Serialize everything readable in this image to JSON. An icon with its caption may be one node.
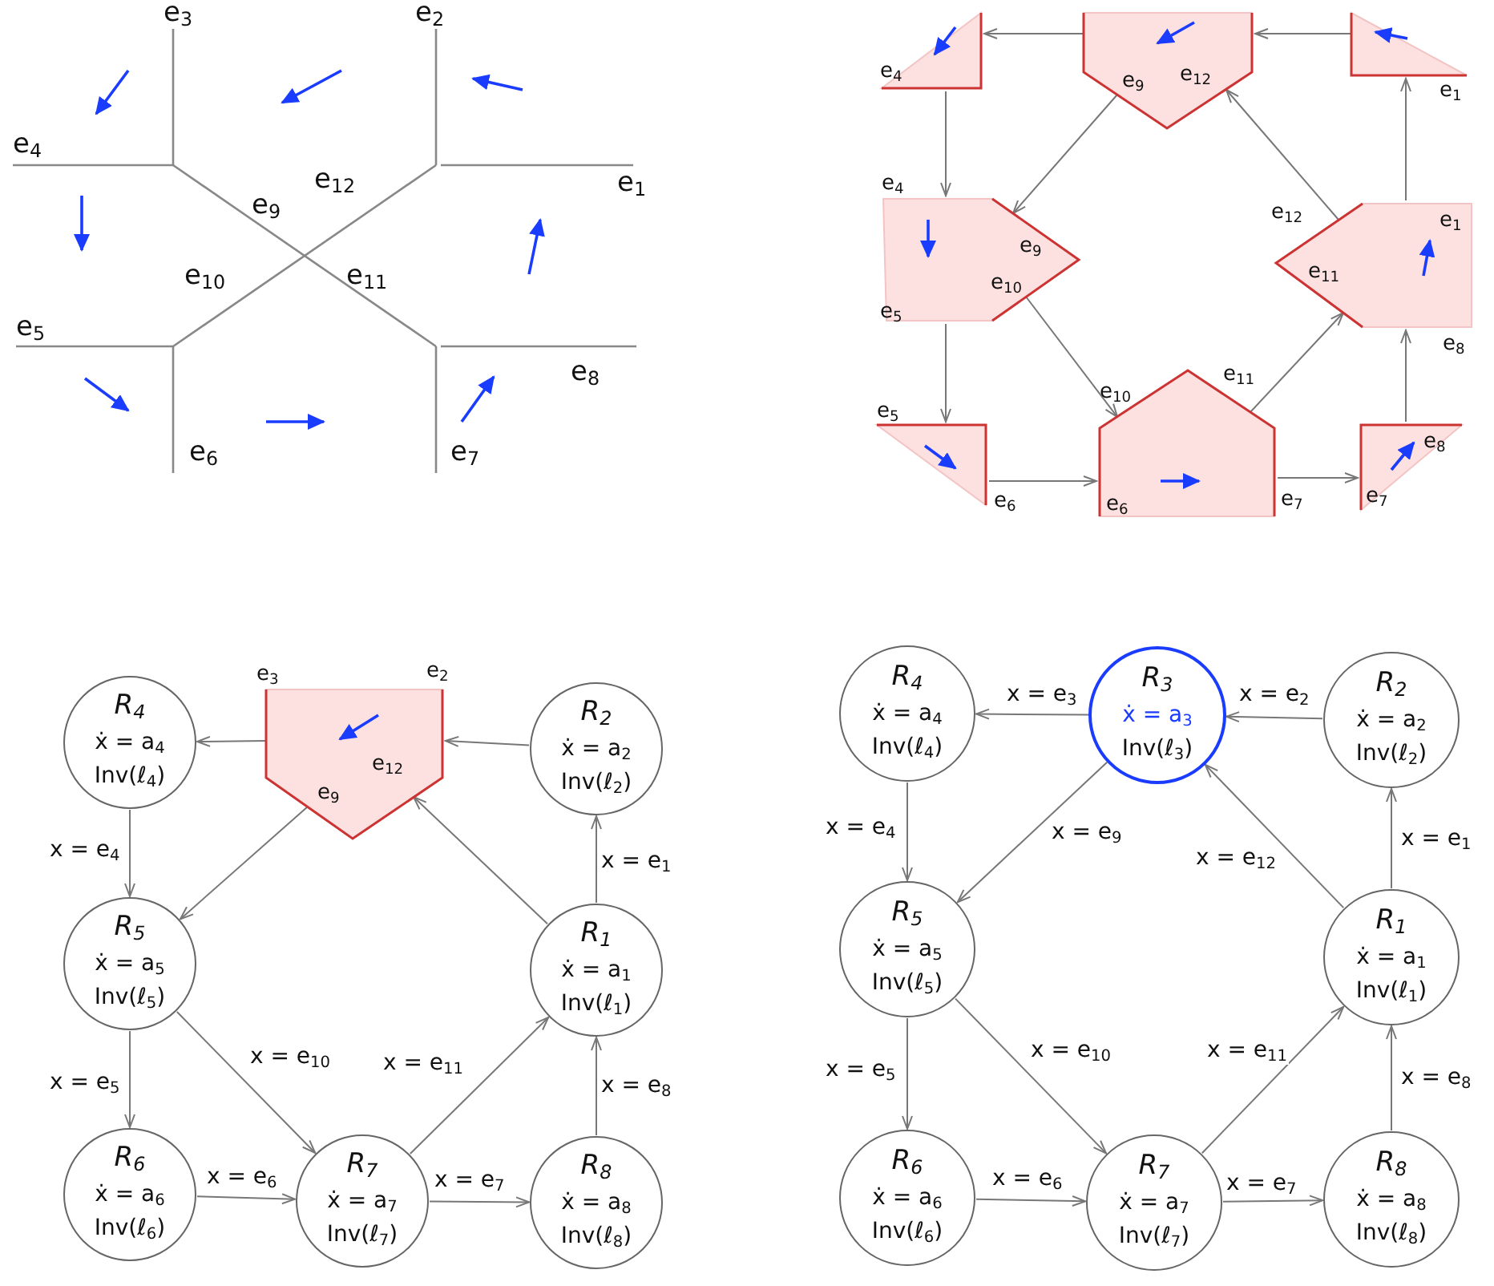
{
  "diagram": {
    "nodes": [
      {
        "text": [
          "e$_{4}$"
        ]
      },
      {
        "text": [
          "e$_{12}$",
          "e$_{9}$"
        ]
      },
      {
        "text": [
          "e$_{1}$"
        ]
      },
      {
        "text": [
          "e$_{4}$",
          "e$_{9}$",
          "e$_{10}$",
          "e$_{5}$"
        ]
      },
      {
        "text": [
          "e$_{12}$",
          "e$_{1}$",
          "e$_{11}$",
          "e$_{8}$"
        ]
      },
      {
        "text": [
          "e$_{5}$",
          "e$_{6}$"
        ]
      },
      {
        "text": [
          "e$_{10}$",
          "e$_{11}$",
          "e$_{6}$",
          "e$_{7}$"
        ]
      },
      {
        "text": [
          "e$_{8}$",
          "e$_{7}$"
        ]
      },
      {
        "text": [
          "R$_{4}$",
          "ẋ = a$_{4}$",
          "Inv(ℓ$_{4}$)"
        ]
      },
      {
        "text": [
          "e$_{3}$",
          "e$_{2}$",
          "e$_{12}$",
          "e$_{9}$"
        ]
      },
      {
        "text": [
          "R$_{2}$",
          "ẋ = a$_{2}$",
          "Inv(ℓ$_{2}$)"
        ]
      },
      {
        "text": [
          "R$_{5}$",
          "ẋ = a$_{5}$",
          "Inv(ℓ$_{5}$)"
        ]
      },
      {
        "text": [
          "R$_{1}$",
          "ẋ = a$_{1}$",
          "Inv(ℓ$_{1}$)"
        ]
      },
      {
        "text": [
          "R$_{6}$",
          "ẋ = a$_{6}$",
          "Inv(ℓ$_{6}$)"
        ]
      },
      {
        "text": [
          "R$_{7}$",
          "ẋ = a$_{7}$",
          "Inv(ℓ$_{7}$)"
        ]
      },
      {
        "text": [
          "R$_{8}$",
          "ẋ = a$_{8}$",
          "Inv(ℓ$_{8}$)"
        ]
      },
      {
        "text": [
          "R$_{4}$",
          "ẋ = a$_{4}$",
          "Inv(ℓ$_{4}$)"
        ]
      },
      {
        "text": [
          "R$_{3}$",
          "ẋ = a$_{3}$",
          "Inv(ℓ$_{3}$)"
        ]
      },
      {
        "text": [
          "R$_{2}$",
          "ẋ = a$_{2}$",
          "Inv(ℓ$_{2}$)"
        ]
      },
      {
        "text": [
          "R$_{5}$",
          "ẋ = a$_{5}$",
          "Inv(ℓ$_{5}$)"
        ]
      },
      {
        "text": [
          "R$_{1}$",
          "ẋ = a$_{1}$",
          "Inv(ℓ$_{1}$)"
        ]
      },
      {
        "text": [
          "R$_{6}$",
          "ẋ = a$_{6}$",
          "Inv(ℓ$_{6}$)"
        ]
      },
      {
        "text": [
          "R$_{7}$",
          "ẋ = a$_{7}$",
          "Inv(ℓ$_{7}$)"
        ]
      },
      {
        "text": [
          "R$_{8}$",
          "ẋ = a$_{8}$",
          "Inv(ℓ$_{8}$)"
        ]
      }
    ],
    "edges": [
      {
        "from": 1,
        "to": 0,
        "arrow": "to"
      },
      {
        "from": 2,
        "to": 1,
        "arrow": "to"
      },
      {
        "from": 0,
        "to": 3,
        "arrow": "to"
      },
      {
        "from": 1,
        "to": 3,
        "arrow": "to"
      },
      {
        "from": 3,
        "to": 5,
        "arrow": "to"
      },
      {
        "from": 3,
        "to": 6,
        "arrow": "to"
      },
      {
        "from": 5,
        "to": 6,
        "arrow": "to"
      },
      {
        "from": 6,
        "to": 7,
        "arrow": "to"
      },
      {
        "from": 6,
        "to": 4,
        "arrow": "to"
      },
      {
        "from": 7,
        "to": 4,
        "arrow": "to"
      },
      {
        "from": 4,
        "to": 2,
        "arrow": "to"
      },
      {
        "from": 4,
        "to": 1,
        "arrow": "to"
      },
      {
        "from": 9,
        "to": 8,
        "arrow": "to"
      },
      {
        "from": 10,
        "to": 9,
        "arrow": "to"
      },
      {
        "from": 8,
        "to": 11,
        "arrow": "to",
        "label": "x = e$_{4}$"
      },
      {
        "from": 9,
        "to": 11,
        "arrow": "to"
      },
      {
        "from": 12,
        "to": 9,
        "arrow": "to"
      },
      {
        "from": 12,
        "to": 10,
        "arrow": "to",
        "label": "x = e$_{1}$"
      },
      {
        "from": 11,
        "to": 13,
        "arrow": "to",
        "label": "x = e$_{5}$"
      },
      {
        "from": 11,
        "to": 14,
        "arrow": "to",
        "label": "x = e$_{10}$"
      },
      {
        "from": 14,
        "to": 12,
        "arrow": "to",
        "label": "x = e$_{11}$"
      },
      {
        "from": 15,
        "to": 12,
        "arrow": "to",
        "label": "x = e$_{8}$"
      },
      {
        "from": 13,
        "to": 14,
        "arrow": "to",
        "label": "x = e$_{6}$"
      },
      {
        "from": 14,
        "to": 15,
        "arrow": "to",
        "label": "x = e$_{7}$"
      },
      {
        "from": 17,
        "to": 16,
        "arrow": "to",
        "label": "x = e$_{3}$"
      },
      {
        "from": 18,
        "to": 17,
        "arrow": "to",
        "label": "x = e$_{2}$"
      },
      {
        "from": 16,
        "to": 19,
        "arrow": "to",
        "label": "x = e$_{4}$"
      },
      {
        "from": 17,
        "to": 19,
        "arrow": "to",
        "label": "x = e$_{9}$"
      },
      {
        "from": 20,
        "to": 17,
        "arrow": "to",
        "label": "x = e$_{12}$"
      },
      {
        "from": 20,
        "to": 18,
        "arrow": "to",
        "label": "x = e$_{1}$"
      },
      {
        "from": 19,
        "to": 21,
        "arrow": "to",
        "label": "x = e$_{5}$"
      },
      {
        "from": 19,
        "to": 22,
        "arrow": "to",
        "label": "x = e$_{10}$"
      },
      {
        "from": 22,
        "to": 20,
        "arrow": "to",
        "label": "x = e$_{11}$"
      },
      {
        "from": 23,
        "to": 20,
        "arrow": "to",
        "label": "x = e$_{8}$"
      },
      {
        "from": 21,
        "to": 22,
        "arrow": "to",
        "label": "x = e$_{6}$"
      },
      {
        "from": 22,
        "to": 23,
        "arrow": "to",
        "label": "x = e$_{7}$"
      }
    ],
    "labels": [
      "e$_{3}$",
      "e$_{2}$",
      "e$_{4}$",
      "e$_{12}$",
      "e$_{1}$",
      "e$_{9}$",
      "e$_{10}$",
      "e$_{11}$",
      "e$_{5}$",
      "e$_{8}$",
      "e$_{6}$",
      "e$_{7}$"
    ]
  }
}
